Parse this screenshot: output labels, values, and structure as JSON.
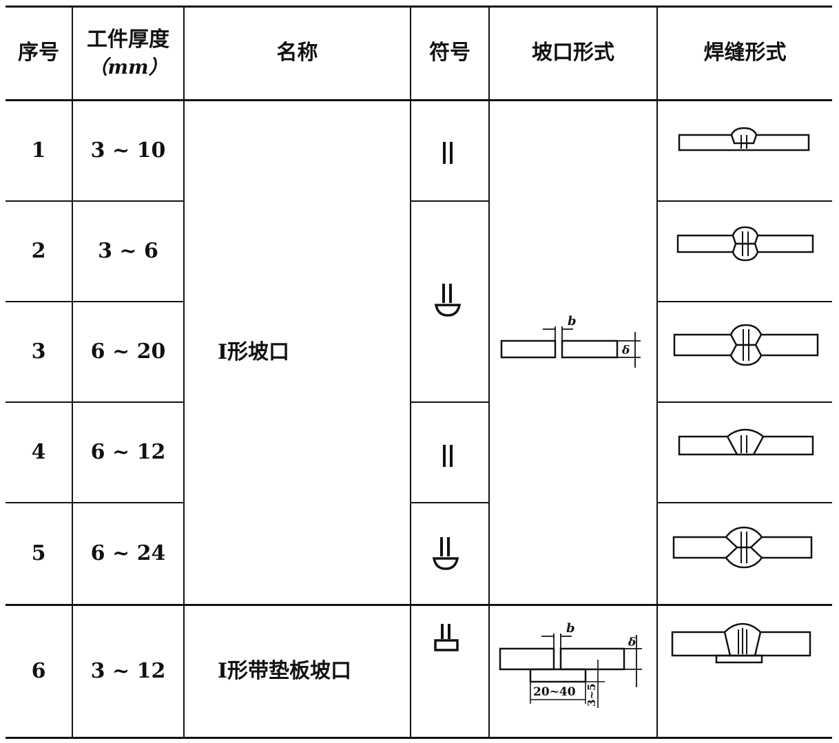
{
  "header": {
    "index": "序号",
    "thickness": "工件厚度",
    "thickness_unit": "（mm）",
    "name": "名称",
    "symbol": "符号",
    "groove_form": "坡口形式",
    "weld_form": "焊缝形式"
  },
  "rows": [
    {
      "index": "1",
      "thickness": "3 ~ 10"
    },
    {
      "index": "2",
      "thickness": "3 ~ 6"
    },
    {
      "index": "3",
      "thickness": "6 ~ 20"
    },
    {
      "index": "4",
      "thickness": "6 ~ 12"
    },
    {
      "index": "5",
      "thickness": "6 ~ 24"
    },
    {
      "index": "6",
      "thickness": "3 ~ 12"
    }
  ],
  "names": {
    "i_groove": "I形坡口",
    "i_groove_backing": "I形带垫板坡口"
  },
  "groove_labels": {
    "gap": "b",
    "thickness": "δ",
    "backing_width": "20~40",
    "backing_thickness": "3~5"
  }
}
